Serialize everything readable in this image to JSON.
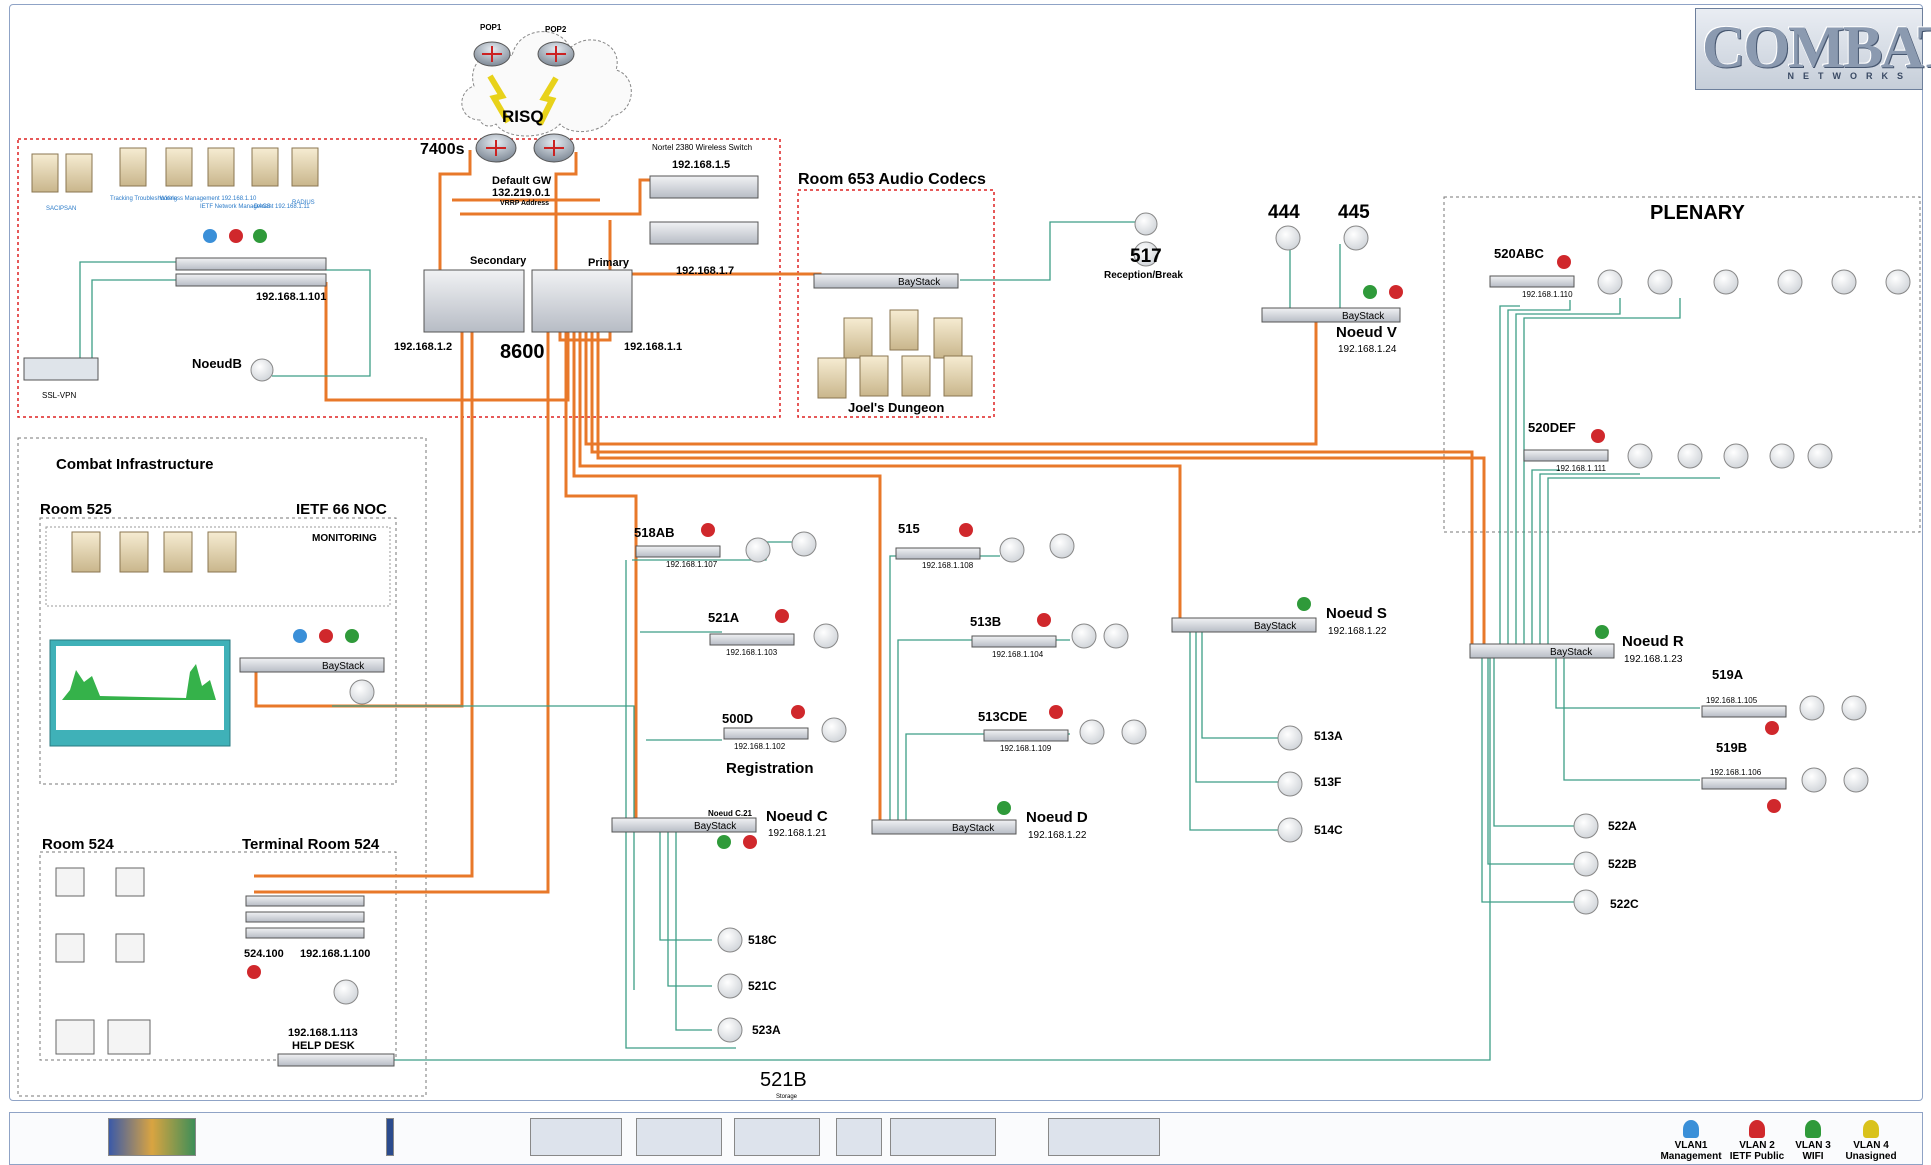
{
  "logo": {
    "word": "COMBAT",
    "sub": "NETWORKS"
  },
  "core": {
    "pop1": "POP1",
    "pop2": "POP2",
    "risq": "RISQ",
    "router": "7400s",
    "default_gw_title": "Default GW",
    "default_gw_ip": "132.219.0.1",
    "vrrp": "VRRP Address",
    "wireless_switch": "Nortel 2380 Wireless Switch",
    "ws1_ip": "192.168.1.5",
    "ws2_ip": "192.168.1.7",
    "secondary": "Secondary",
    "primary": "Primary",
    "secondary_ip": "192.168.1.2",
    "primary_ip": "192.168.1.1",
    "model": "8600",
    "switch_ip": "192.168.1.101",
    "noeudb": "NoeudB",
    "sslvpn": "SSL-VPN",
    "servers": [
      "SACIPSAN",
      "Tracking Troubleshooting",
      "Wireless Management 192.168.1.10",
      "IETF Network Management 192.168.1.11",
      "DACS",
      "RADIUS"
    ]
  },
  "room653": {
    "title": "Room 653  Audio Codecs",
    "sub": "Joel's Dungeon"
  },
  "ap517": {
    "num": "517",
    "sub": "Reception/Break"
  },
  "noeudv": {
    "a": "444",
    "b": "445",
    "name": "Noeud V",
    "ip": "192.168.1.24"
  },
  "plenary": {
    "title": "PLENARY",
    "sw1": "520ABC",
    "sw1_ip": "192.168.1.110",
    "sw2": "520DEF",
    "sw2_ip": "192.168.1.111"
  },
  "infra": {
    "title": "Combat Infrastructure",
    "room525": "Room 525",
    "noc": "IETF 66 NOC",
    "monitoring": "MONITORING",
    "room524": "Room 524",
    "terminal": "Terminal Room 524",
    "t1": "524.100",
    "t2": "192.168.1.100",
    "helpdesk_ip": "192.168.1.113",
    "helpdesk": "HELP DESK"
  },
  "noeudc": {
    "s1": "518AB",
    "s1_ip": "192.168.1.107",
    "s2": "521A",
    "s2_ip": "192.168.1.103",
    "s3": "500D",
    "s3_ip": "192.168.1.102",
    "registration": "Registration",
    "label": "Noeud C.21",
    "name": "Noeud C",
    "ip": "192.168.1.21",
    "ap1": "518C",
    "ap2": "521C",
    "ap3": "523A",
    "storage_title": "521B",
    "storage_sub": "Storage"
  },
  "noeudd": {
    "s1": "515",
    "s1_ip": "192.168.1.108",
    "s2": "513B",
    "s2_ip": "192.168.1.104",
    "s3": "513CDE",
    "s3_ip": "192.168.1.109",
    "name": "Noeud D",
    "ip": "192.168.1.22"
  },
  "noeuds": {
    "name": "Noeud S",
    "ip": "192.168.1.22",
    "ap1": "513A",
    "ap2": "513F",
    "ap3": "514C"
  },
  "noeudr": {
    "name": "Noeud R",
    "ip": "192.168.1.23",
    "s1": "519A",
    "s1_ip": "192.168.1.105",
    "s2": "519B",
    "s2_ip": "192.168.1.106",
    "ap1": "522A",
    "ap2": "522B",
    "ap3": "522C"
  },
  "baystack": "BayStack",
  "vlans": [
    {
      "name": "VLAN1",
      "sub": "Management",
      "color": "#3a8fd8"
    },
    {
      "name": "VLAN 2",
      "sub": "IETF Public",
      "color": "#d0282c"
    },
    {
      "name": "VLAN 3",
      "sub": "WIFI",
      "color": "#2f9a3a"
    },
    {
      "name": "VLAN 4",
      "sub": "Unasigned",
      "color": "#d9c21c"
    }
  ]
}
